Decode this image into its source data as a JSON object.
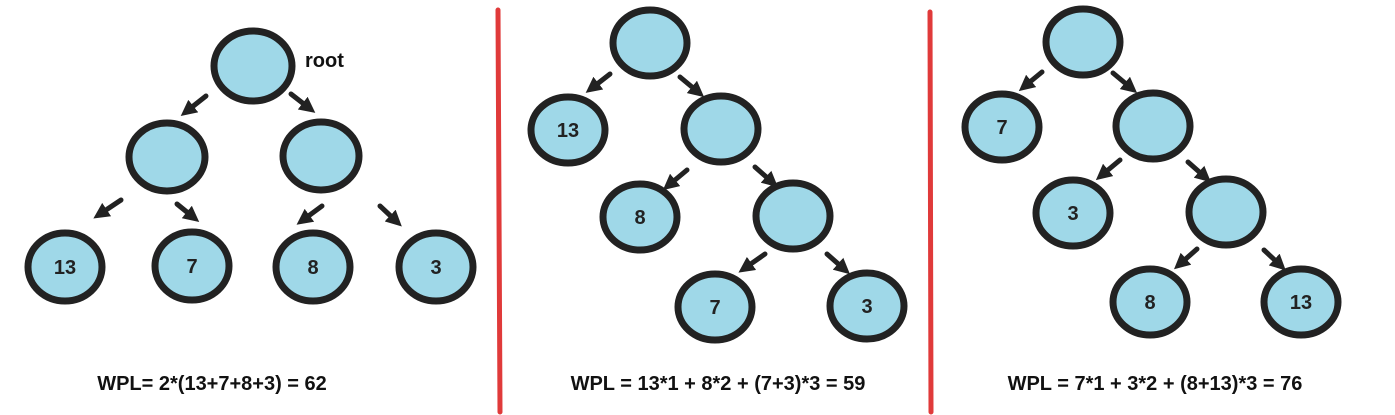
{
  "trees": [
    {
      "root_label": "root",
      "formula": "WPL= 2*(13+7+8+3) = 62",
      "nodes": [
        "",
        "",
        "",
        "13",
        "7",
        "8",
        "3"
      ]
    },
    {
      "formula": "WPL = 13*1 + 8*2 + (7+3)*3 = 59",
      "nodes": [
        "",
        "13",
        "",
        "8",
        "",
        "7",
        "3"
      ]
    },
    {
      "formula": "WPL = 7*1 + 3*2 + (8+13)*3 = 76",
      "nodes": [
        "",
        "7",
        "",
        "3",
        "",
        "8",
        "13"
      ]
    }
  ],
  "colors": {
    "node_fill": "#9fd8e8",
    "node_stroke": "#222222",
    "divider": "#e03a3a"
  }
}
